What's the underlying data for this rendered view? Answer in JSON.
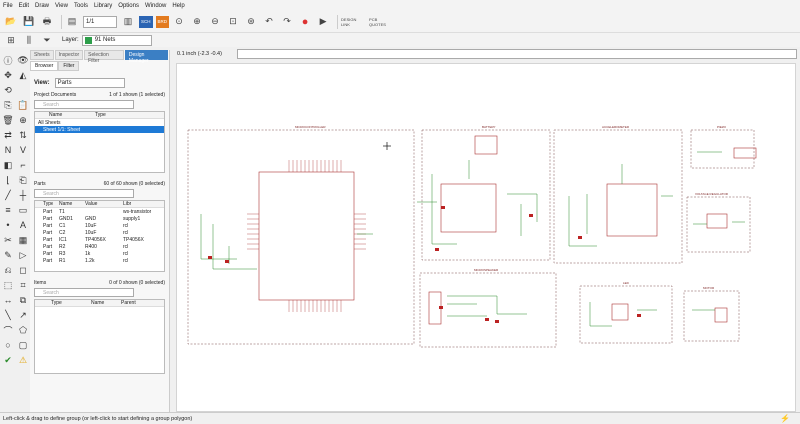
{
  "menu": [
    "File",
    "Edit",
    "Draw",
    "View",
    "Tools",
    "Library",
    "Options",
    "Window",
    "Help"
  ],
  "toolbar": {
    "sheet_select": "1/1",
    "badge_sch": "SCH",
    "badge_brd": "BRD",
    "design_link": "DESIGN LINK",
    "pcb_quotes": "PCB QUOTES"
  },
  "layer": {
    "label": "Layer:",
    "value": "91 Nets"
  },
  "panel": {
    "tabs": [
      "Sheets",
      "Inspector",
      "Selection Filter",
      "Design Manager"
    ],
    "subtabs": [
      "Browser",
      "Filter"
    ],
    "view_label": "View:",
    "view_value": "Parts",
    "project_docs": {
      "title": "Project Documents",
      "count": "1 of 1 shown (1 selected)",
      "search_placeholder": "Search",
      "cols": [
        "Name",
        "Type"
      ],
      "rows": [
        "All Sheets",
        "Sheet 1/1: Sheet"
      ]
    },
    "parts": {
      "title": "Parts",
      "count": "60 of 60 shown (0 selected)",
      "search_placeholder": "Search",
      "cols": [
        "Type",
        "Name",
        "Value",
        "Libr"
      ],
      "rows": [
        [
          "Part",
          "T1",
          "",
          "ws-transistor"
        ],
        [
          "Part",
          "GND1",
          "GND",
          "supply1"
        ],
        [
          "Part",
          "C1",
          "10uF",
          "rcl"
        ],
        [
          "Part",
          "C2",
          "10uF",
          "rcl"
        ],
        [
          "Part",
          "IC1",
          "TP4056X",
          "TP4056X"
        ],
        [
          "Part",
          "R2",
          "R400",
          "rcl"
        ],
        [
          "Part",
          "R3",
          "1k",
          "rcl"
        ],
        [
          "Part",
          "R1",
          "1.2k",
          "rcl"
        ]
      ]
    },
    "items": {
      "title": "Items",
      "count": "0 of 0 shown (0 selected)",
      "search_placeholder": "Search",
      "cols": [
        "Type",
        "Name",
        "Parent"
      ]
    }
  },
  "canvas": {
    "coord": "0.1 inch (-2.3 -0.4)",
    "cmd_value": ""
  },
  "schematic": {
    "microcontroller": "MICROCONTROLLER",
    "battery": "BATTERY",
    "accelerometer": "ACCELEROMETER",
    "piezo": "PIEZO",
    "voltage_regulator": "VOLTAGE REGULATOR",
    "microspeaker": "MICROSPEAKER",
    "led": "LED",
    "motor": "MOTOR"
  },
  "status": "Left-click & drag to define group (or left-click to start defining a group polygon)"
}
